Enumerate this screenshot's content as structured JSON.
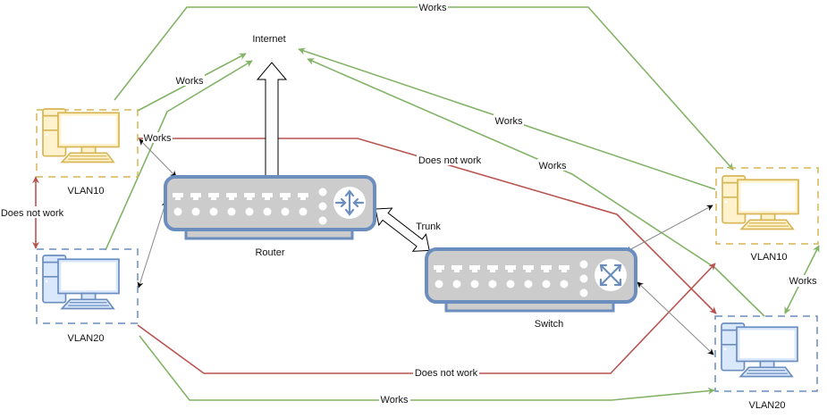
{
  "colors": {
    "works": "#82b366",
    "does_not_work": "#b85450",
    "cable": "#888888",
    "vlan10_stroke": "#d6b656",
    "vlan10_fill": "#fff2cc",
    "vlan20_stroke": "#6c8ebf",
    "vlan20_fill": "#dae8fc",
    "device_body": "#cccccc",
    "device_border": "#6c8ebf"
  },
  "nodes": {
    "internet": {
      "label": "Internet"
    },
    "router": {
      "label": "Router",
      "port_count": 8,
      "icon": "router-arrows-icon"
    },
    "switch": {
      "label": "Switch",
      "port_count": 8,
      "icon": "switch-arrows-icon"
    },
    "left_vlan10": {
      "label": "VLAN10",
      "icon": "desktop-computer-icon"
    },
    "left_vlan20": {
      "label": "VLAN20",
      "icon": "desktop-computer-icon"
    },
    "right_vlan10": {
      "label": "VLAN10",
      "icon": "desktop-computer-icon"
    },
    "right_vlan20": {
      "label": "VLAN20",
      "icon": "desktop-computer-icon"
    }
  },
  "edges": {
    "top_works": "Works",
    "left_internet_works": "Works",
    "right_internet_works_1": "Works",
    "right_internet_works_2": "Works",
    "left_cross_works": "Works",
    "cross_dnw_upper": "Does not work",
    "left_vlan_dnw": "Does not work",
    "trunk": "Trunk",
    "bottom_dnw": "Does not work",
    "bottom_works": "Works",
    "right_vlan_works": "Works"
  }
}
